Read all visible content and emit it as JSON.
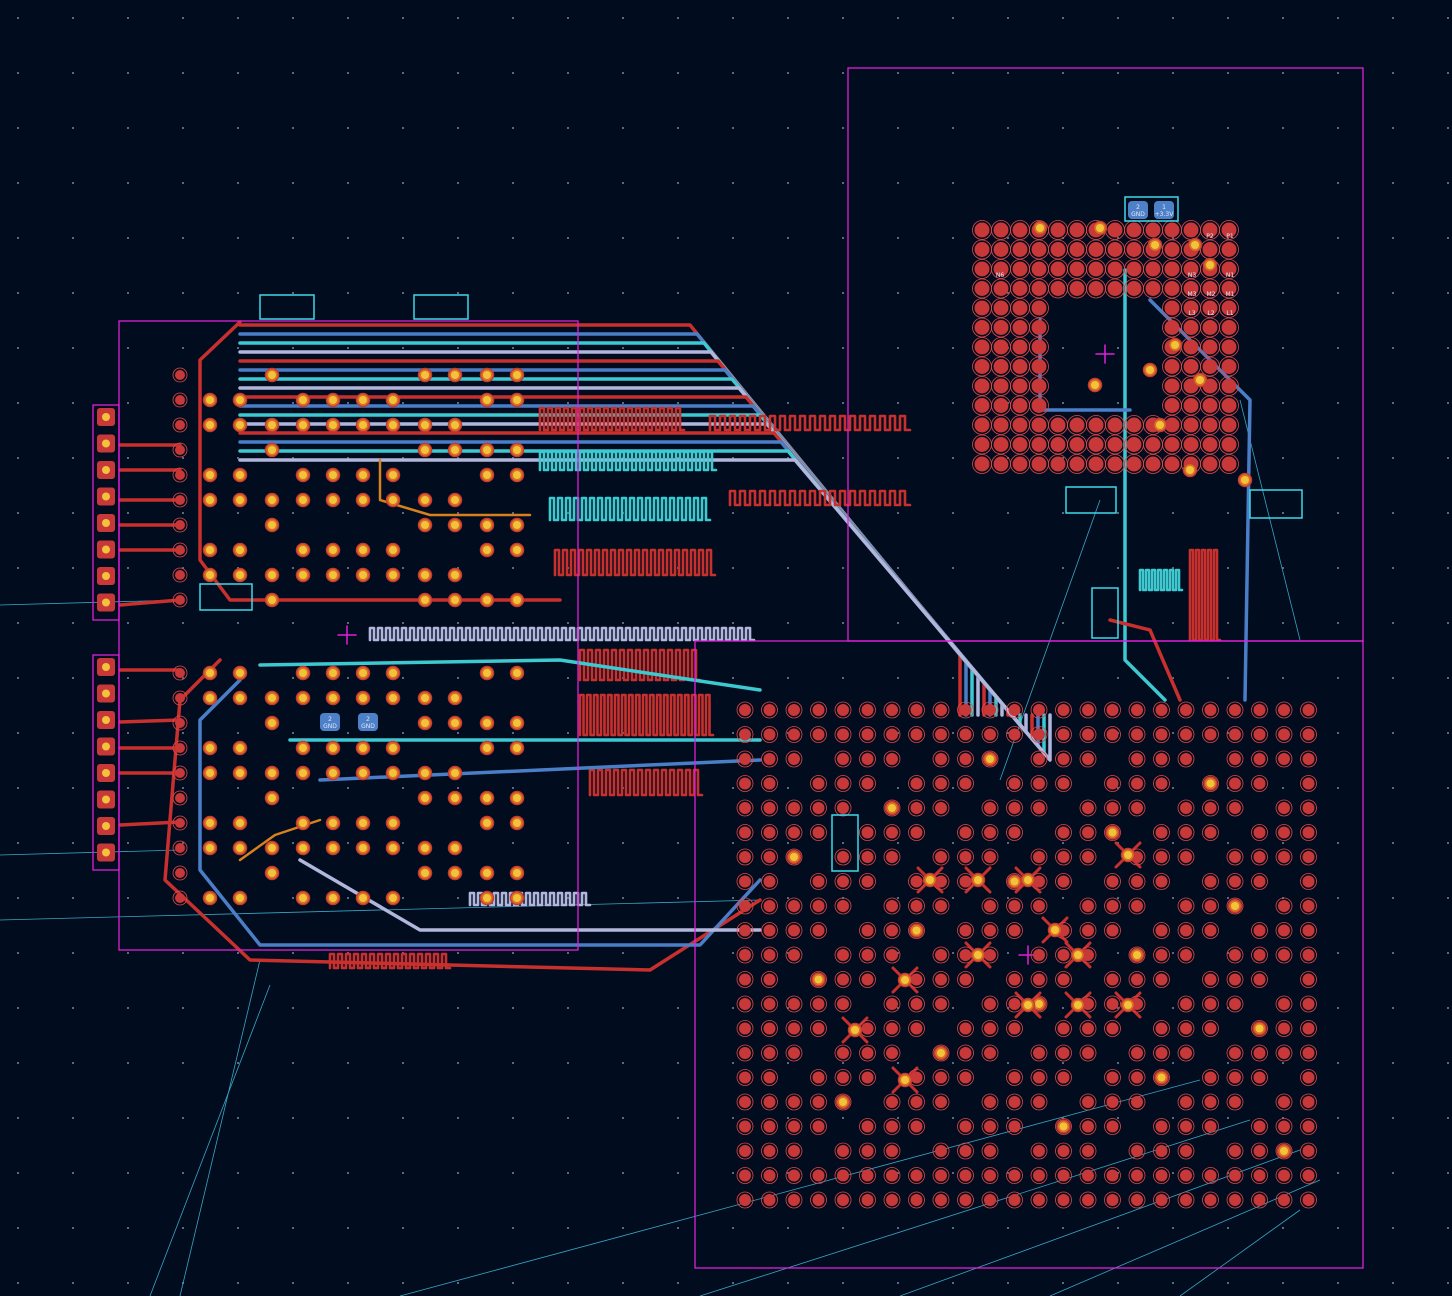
{
  "view": "pcb-layout-canvas",
  "colors": {
    "background": "#010d1e",
    "grid_dot": "#5a6a80",
    "board_outline": "#e020d8",
    "front_copper": "#c8302e",
    "back_copper": "#4a7fc8",
    "inner_cyan": "#3ec8d0",
    "inner_lavender": "#b2b6dc",
    "inner_orange": "#d8801e",
    "pad": "#c83838",
    "via": "#f2c23c",
    "silkscreen": "#40d8e8",
    "ratsnest": "#3aa4c4",
    "smd_pad": "#4d80c6"
  },
  "pad_labels": {
    "top_connector": [
      "2",
      "GND",
      "1",
      "+3.3V"
    ],
    "bga_balls": [
      "P2",
      "P1",
      "N6",
      "N3",
      "N1",
      "M3",
      "M2",
      "M1",
      "L3",
      "L2",
      "L1"
    ],
    "smd_caps": [
      "2",
      "GND",
      "2",
      "GND"
    ]
  }
}
